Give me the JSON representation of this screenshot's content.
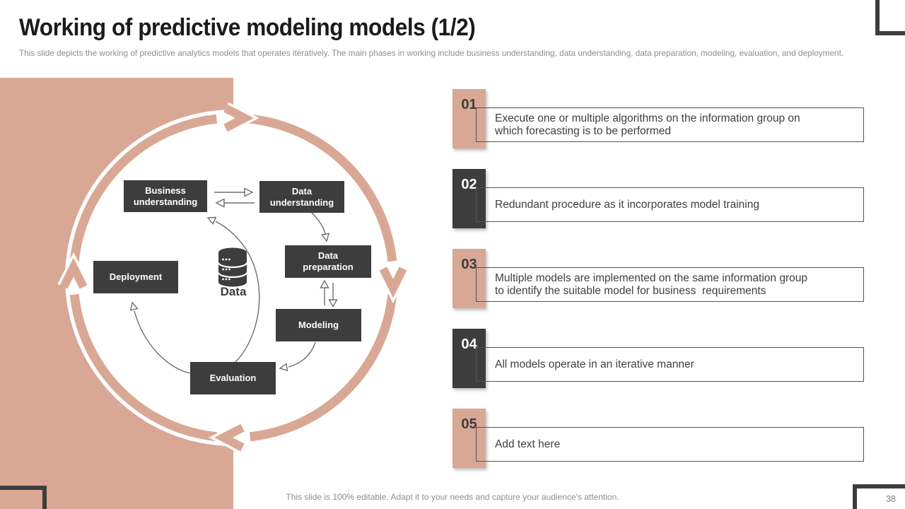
{
  "slide": {
    "title": "Working of predictive modeling models (1/2)",
    "subtitle": "This slide depicts the working of predictive analytics models that operates iteratively.  The main phases in working include business understanding, data understanding, data preparation, modeling, evaluation, and deployment.",
    "footer": "This slide is 100% editable. Adapt it to your needs and capture your audience's attention.",
    "page_number": "38"
  },
  "colors": {
    "accent": "#d9a894",
    "dark": "#3d3d3d",
    "line": "#6e6e6e"
  },
  "cycle": {
    "direction": "clockwise",
    "center": {
      "icon": "database-icon",
      "label": "Data"
    },
    "nodes": [
      {
        "id": "business-understanding",
        "label": "Business\nunderstanding"
      },
      {
        "id": "data-understanding",
        "label": "Data\nunderstanding"
      },
      {
        "id": "data-preparation",
        "label": "Data\npreparation"
      },
      {
        "id": "modeling",
        "label": "Modeling"
      },
      {
        "id": "evaluation",
        "label": "Evaluation"
      },
      {
        "id": "deployment",
        "label": "Deployment"
      }
    ]
  },
  "list": {
    "items": [
      {
        "number": "01",
        "text": "Execute one or multiple algorithms on the information group on\nwhich forecasting is to be performed"
      },
      {
        "number": "02",
        "text": "Redundant procedure as it incorporates model training"
      },
      {
        "number": "03",
        "text": "Multiple models are implemented on the same information group\nto identify the suitable model for business  requirements"
      },
      {
        "number": "04",
        "text": "All models operate in an iterative manner"
      },
      {
        "number": "05",
        "text": "Add text here"
      }
    ]
  }
}
